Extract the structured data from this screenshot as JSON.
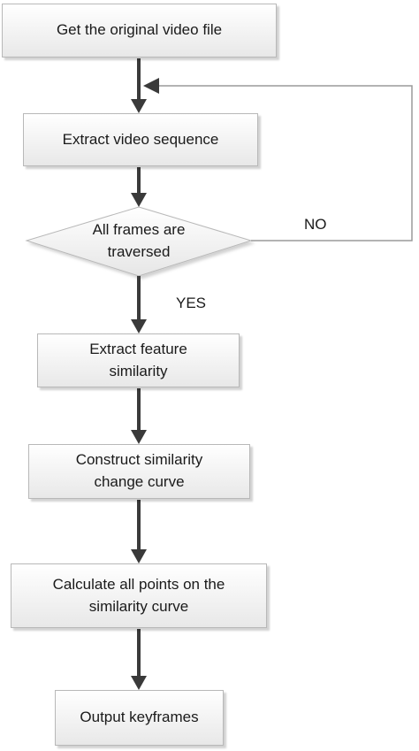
{
  "nodes": {
    "get_original": "Get the original video file",
    "extract_sequence": "Extract video sequence",
    "all_frames_line1": "All frames are",
    "all_frames_line2": "traversed",
    "extract_feature_line1": "Extract feature",
    "extract_feature_line2": "similarity",
    "construct_line1": "Construct similarity",
    "construct_line2": "change curve",
    "calculate_line1": "Calculate all points on the",
    "calculate_line2": "similarity curve",
    "output": "Output keyframes"
  },
  "edges": {
    "no_label": "NO",
    "yes_label": "YES"
  }
}
